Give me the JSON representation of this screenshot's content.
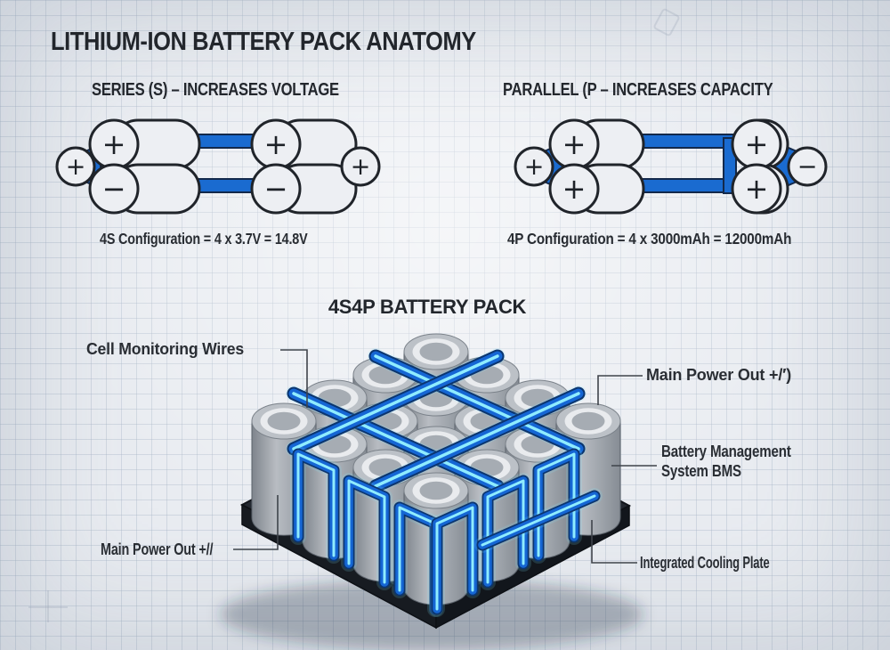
{
  "title": "LITHIUM-ION BATTERY PACK ANATOMY",
  "series": {
    "heading": "SERIES (S) – INCREASES VOLTAGE",
    "caption": "4S Configuration = 4 x 3.7V = 14.8V",
    "left_terminal": "+",
    "right_terminal": "+",
    "cell_signs": [
      "+",
      "−",
      "+",
      "−"
    ]
  },
  "parallel": {
    "heading": "PARALLEL (P – INCREASES CAPACITY",
    "caption": "4P Configuration = 4 x 3000mAh = 12000mAh",
    "left_terminal": "+",
    "right_terminal": "−",
    "cell_signs": [
      "+",
      "+",
      "+",
      "+"
    ]
  },
  "pack": {
    "heading": "4S4P BATTERY PACK",
    "labels": {
      "cell_monitoring_wires": "Cell Monitoring Wires",
      "main_power_out_top": "Main Power Out +/′)",
      "bms_line1": "Battery Management",
      "bms_line2": "System BMS",
      "main_power_out_bottom": "Main Power Out +//",
      "integrated_cooling_plate": "Integrated Cooling Plate"
    }
  },
  "colors": {
    "accent_blue": "#1a6bd0",
    "busbar_blue": "#1566d4",
    "glow_cyan": "#7ce9ff",
    "ink": "#22262c",
    "paper": "#e9ecf1",
    "cell_gray": "#aab0b7",
    "base_dark": "#232830"
  }
}
